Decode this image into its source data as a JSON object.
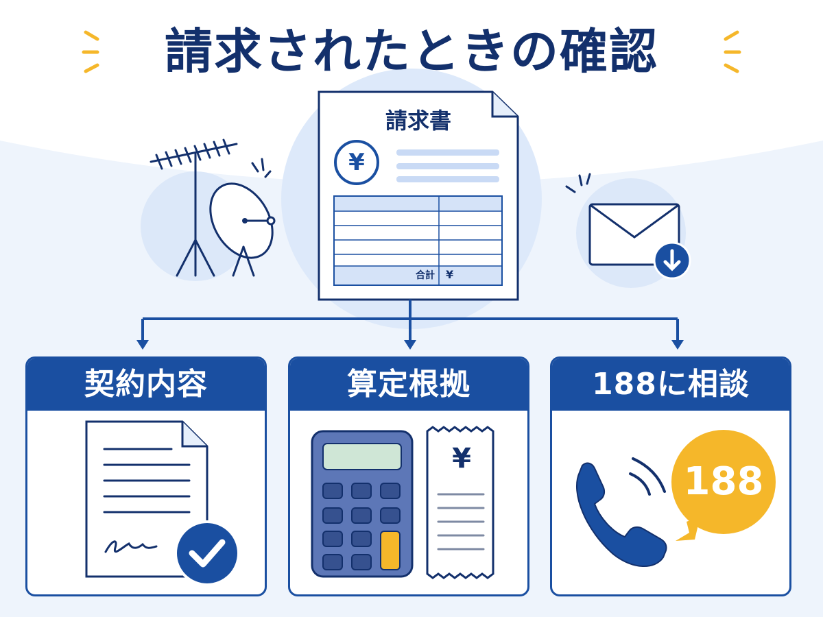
{
  "title": "請求されたときの確認",
  "invoice": {
    "heading": "請求書",
    "yen_symbol": "¥",
    "total_label": "合計",
    "total_value": "¥"
  },
  "cards": [
    {
      "label": "契約内容",
      "icon": "contract-check-icon"
    },
    {
      "label": "算定根拠",
      "icon": "calculator-receipt-icon"
    },
    {
      "label": "188に相談",
      "icon": "phone-consultation-icon",
      "badge": "188"
    }
  ],
  "receipt": {
    "yen_symbol": "¥"
  },
  "colors": {
    "navy": "#13306c",
    "blue": "#1a4fa1",
    "yellow": "#f5b72a",
    "light_blue": "#e6effb"
  }
}
